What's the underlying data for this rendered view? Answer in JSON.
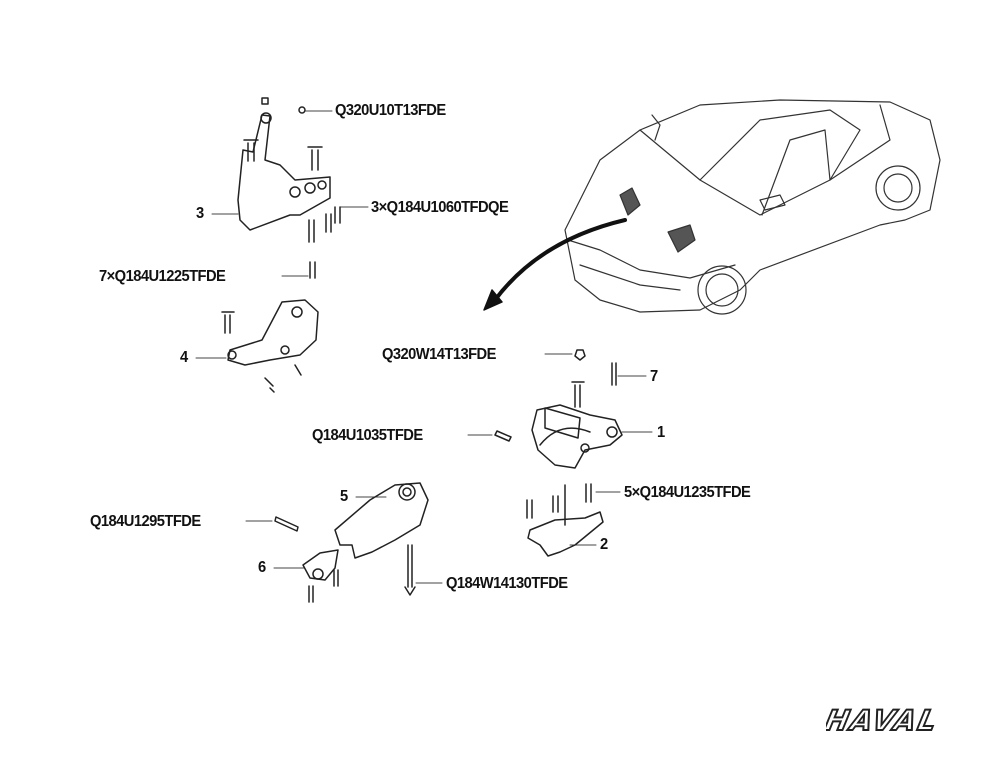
{
  "parts": [
    {
      "id": "nut-top",
      "label": "Q320U10T13FDE"
    },
    {
      "id": "bolts-3x",
      "label": "3×Q184U1060TFDQE"
    },
    {
      "id": "bracket-3",
      "label": "3"
    },
    {
      "id": "bolts-7x",
      "label": "7×Q184U1225TFDE"
    },
    {
      "id": "bracket-4",
      "label": "4"
    },
    {
      "id": "nut-mid",
      "label": "Q320W14T13FDE"
    },
    {
      "id": "bolt-7",
      "label": "7"
    },
    {
      "id": "bolt-1035",
      "label": "Q184U1035TFDE"
    },
    {
      "id": "mount-1",
      "label": "1"
    },
    {
      "id": "link-5",
      "label": "5"
    },
    {
      "id": "bolts-5x",
      "label": "5×Q184U1235TFDE"
    },
    {
      "id": "bolt-1295",
      "label": "Q184U1295TFDE"
    },
    {
      "id": "bracket-2",
      "label": "2"
    },
    {
      "id": "bracket-6",
      "label": "6"
    },
    {
      "id": "bolt-14130",
      "label": "Q184W14130TFDE"
    }
  ],
  "brand": {
    "logo_text": "HAVAL"
  },
  "colors": {
    "line": "#111111",
    "background": "#ffffff"
  }
}
